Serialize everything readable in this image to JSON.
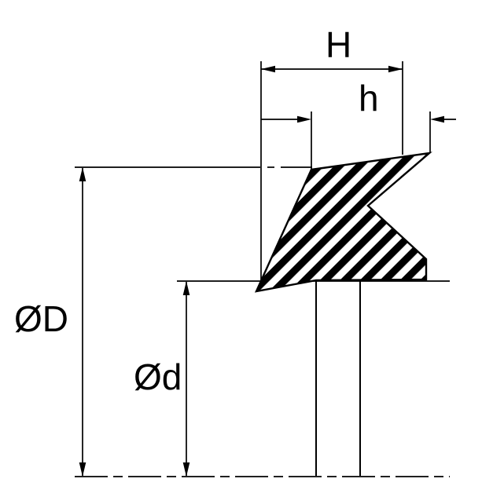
{
  "drawing": {
    "description": "Cross-section technical drawing of a wiper/rod seal profile with diagonal section hatching, dimension lines and centerline",
    "labels": {
      "overall_width": "H",
      "lip_width": "h",
      "outer_diameter": "ØD",
      "inner_diameter": "Ød"
    },
    "colors": {
      "line": "#000000",
      "background": "#ffffff",
      "hatch_fill": "#000000"
    }
  }
}
